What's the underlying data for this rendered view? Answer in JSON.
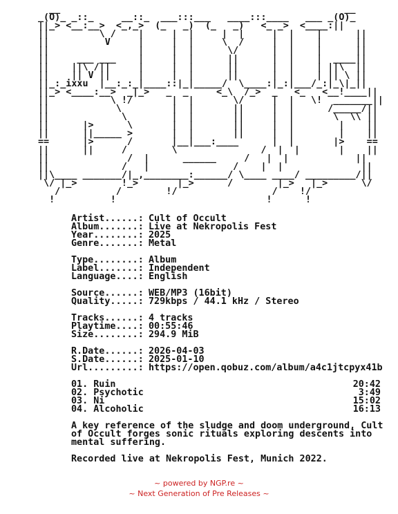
{
  "banner_ascii": "  __                                                   __\n_(O)_ _::_     __::_  ___:::___   ____:::____   ___ _(O)_\n||_> <__:__>  <_,_>  (_   _)  (_   _)   <_ _>  <____:||\n||         \\ /    |     |  |     |  |     |  |    |      ||\n||          V     |     |  |     \\  /     |  |    |      ||\n||                |     |  |      \\/      |  |    |      ||\n||     ___ ___    |     |  |      ||      |  |    |  ____||\n||    ||\\ /||     |     |  |      ||      |  |    | ||\\  ||\n||    || V ||     |     |  |      ||      |  |    | || \\ ||\n||_:_ixxu  |__:_:_|____::|_|_____/  \\____:|_:|___/_:|_\\|_||\n||_> <____:__>  _|_>   _  _     <_\\  /_>  _   <_   <__!____||\n||           \\ !/       |  |       \\/     |  |   \\!  _______||\n||            \\         |  |       ||     |  |      /_____/||\n||             \\        |  |       ||     |  |       \\  \\\\ ||\n||      |>      \\       |  |       ||     |  |        |    ||\n||      ||_____ >       |  |       ||     |  |        |    ||\n==      |>      /       |__|___:____      |  |       |>    ==\n||      ||     /        \\               /  |  |       |    ||\n||              /  |      ______     /   |  |            ||\n||             /   |               /    |  |              ||\n||\\____ _______/|_,________:______/ \\____ ____/ _________/||\n \\/ |_>        !_>       |_>      /        |_>   |_>      \\/\n   /          /        !/                 /    !/\n  !          !                           !      !",
  "release": {
    "fields_a": [
      {
        "key": "Artist......:",
        "value": "Cult of Occult"
      },
      {
        "key": "Album.......:",
        "value": "Live at Nekropolis Fest"
      },
      {
        "key": "Year........:",
        "value": "2025"
      },
      {
        "key": "Genre.......:",
        "value": "Metal"
      }
    ],
    "fields_b": [
      {
        "key": "Type........:",
        "value": "Album"
      },
      {
        "key": "Label.......:",
        "value": "Independent"
      },
      {
        "key": "Language....:",
        "value": "English"
      }
    ],
    "fields_c": [
      {
        "key": "Source......:",
        "value": "WEB/MP3 (16bit)"
      },
      {
        "key": "Quality.....:",
        "value": "729kbps / 44.1 kHz / Stereo"
      }
    ],
    "fields_d": [
      {
        "key": "Tracks......:",
        "value": "4 tracks"
      },
      {
        "key": "Playtime....:",
        "value": "00:55:46"
      },
      {
        "key": "Size........:",
        "value": "294.9 MiB"
      }
    ],
    "fields_e": [
      {
        "key": "R.Date......:",
        "value": "2026-04-03"
      },
      {
        "key": "S.Date......:",
        "value": "2025-01-10"
      },
      {
        "key": "Url.........:",
        "value": "https://open.qobuz.com/album/a4c1jtcpyx41b"
      }
    ]
  },
  "tracklist": [
    {
      "title": "01. Ruin",
      "time": "20:42"
    },
    {
      "title": "02. Psychotic",
      "time": "3:49"
    },
    {
      "title": "03. Ni",
      "time": "15:02"
    },
    {
      "title": "04. Alcoholic",
      "time": "16:13"
    }
  ],
  "description_lines": [
    "A key reference of the sludge and doom underground, Cult",
    "of Occult forges sonic rituals exploring descents into",
    "mental suffering."
  ],
  "recorded_note": "Recorded live at Nekropolis Fest, Munich 2022.",
  "footer": {
    "line1": "~ powered by NGP.re ~",
    "line2": "~ Next Generation of Pre Releases ~"
  },
  "colors": {
    "text": "#111111",
    "footer": "#cc2222",
    "background": "#ffffff"
  }
}
